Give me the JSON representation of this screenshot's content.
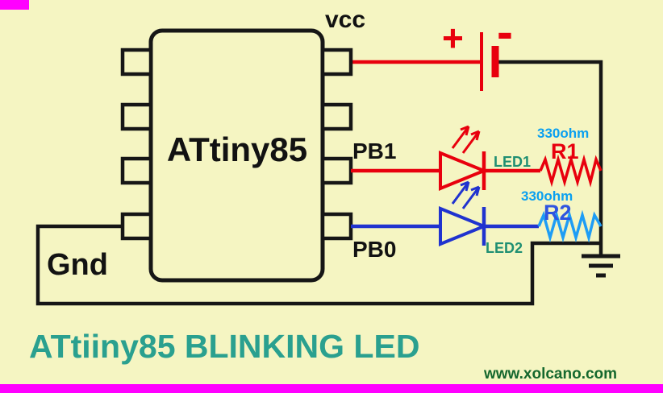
{
  "page": {
    "background_color": "#f5f5c2",
    "accent_color": "#ff00ff",
    "title": "ATtiiny85 BLINKING LED",
    "website": "www.xolcano.com",
    "title_color": "#2aa08f",
    "website_color": "#15682e"
  },
  "chip": {
    "name": "ATtiny85",
    "pin_labels": {
      "vcc": "vcc",
      "pb1": "PB1",
      "pb0": "PB0",
      "gnd": "Gnd"
    }
  },
  "battery": {
    "plus": "+",
    "minus": "-",
    "color": "#e8000d"
  },
  "components": {
    "led1": {
      "label": "LED1",
      "color": "#e8000d",
      "label_color": "#1f8f72"
    },
    "led2": {
      "label": "LED2",
      "color": "#2033cf",
      "label_color": "#1f8f72"
    },
    "r1": {
      "name": "R1",
      "value": "330ohm",
      "name_color": "#e8000d",
      "value_color": "#0aa0f0"
    },
    "r2": {
      "name": "R2",
      "value": "330ohm",
      "name_color": "#2f55e0",
      "value_color": "#0aa0f0"
    }
  }
}
